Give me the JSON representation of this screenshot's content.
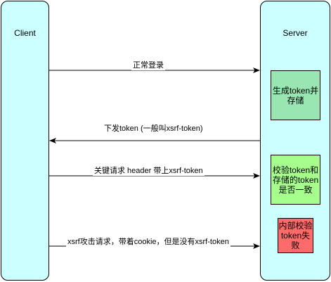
{
  "participants": {
    "client": "Client",
    "server": "Server"
  },
  "messages": [
    {
      "label": "正常登录",
      "direction": "right"
    },
    {
      "label": "下发token (一般叫xsrf-token)",
      "direction": "left"
    },
    {
      "label": "关键请求  header 带上xsrf-token",
      "direction": "right"
    },
    {
      "label": "xsrf攻击请求，带着cookie，但是没有xsrf-token",
      "direction": "right"
    }
  ],
  "server_boxes": [
    {
      "text": "生成token并存储",
      "color": "#99e6b3"
    },
    {
      "text": "校验token和存储的token是否一致",
      "color": "#a6ff8c"
    },
    {
      "text": "内部校验token失败",
      "color": "#ff6b6b"
    }
  ]
}
